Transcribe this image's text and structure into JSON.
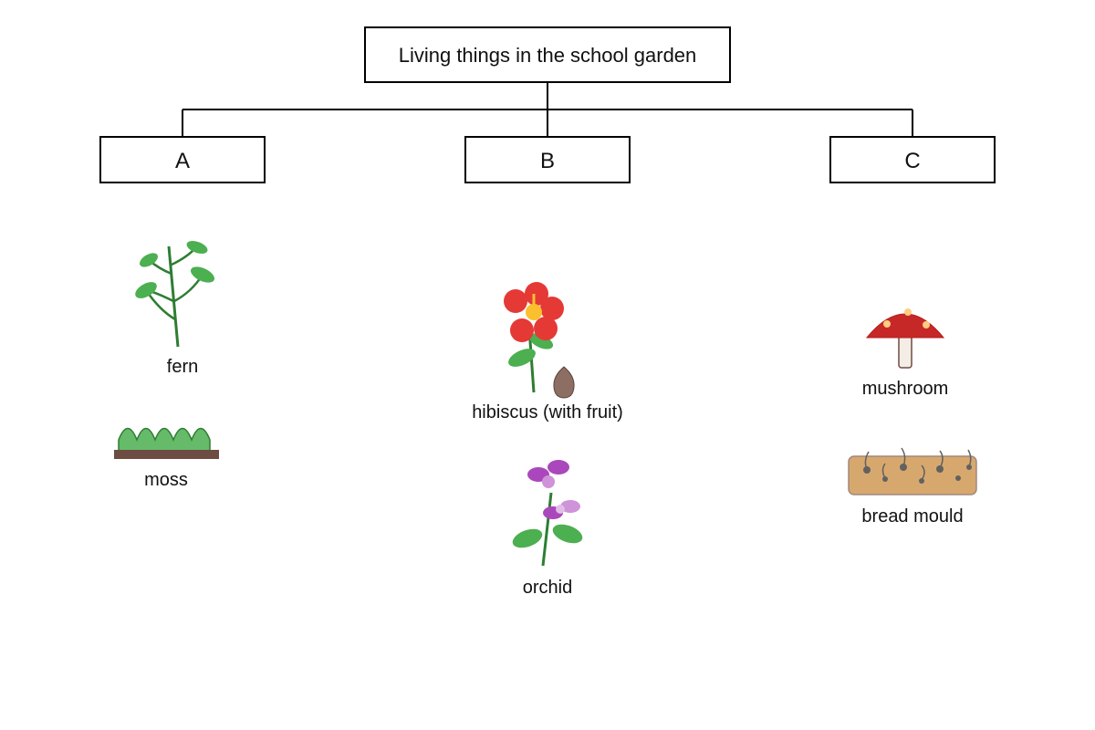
{
  "diagram": {
    "title": "Living things in the school garden",
    "groups": [
      {
        "label": "A",
        "items": [
          {
            "label": "fern",
            "icon": "fern-icon"
          },
          {
            "label": "moss",
            "icon": "moss-icon"
          }
        ]
      },
      {
        "label": "B",
        "items": [
          {
            "label": "hibiscus (with fruit)",
            "icon": "hibiscus-icon"
          },
          {
            "label": "orchid",
            "icon": "orchid-icon"
          }
        ]
      },
      {
        "label": "C",
        "items": [
          {
            "label": "mushroom",
            "icon": "mushroom-icon"
          },
          {
            "label": "bread mould",
            "icon": "bread-mould-icon"
          }
        ]
      }
    ]
  },
  "colors": {
    "leaf_green": "#4caf50",
    "stem_green": "#2e7d32",
    "petal_red": "#e53935",
    "flower_center": "#fbc02d",
    "orchid_purple": "#ab47bc",
    "orchid_light": "#ce93d8",
    "mushroom_cap": "#c62828",
    "bread": "#d7a86e",
    "soil": "#6d4c41",
    "fruit": "#8d6e63"
  }
}
